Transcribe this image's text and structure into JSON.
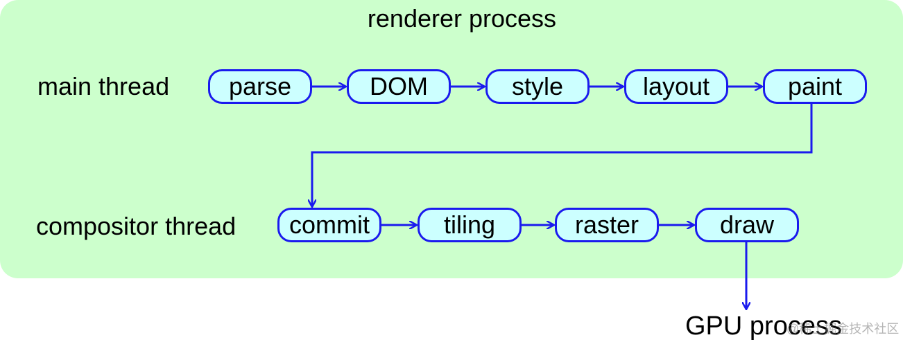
{
  "process": {
    "title": "renderer process"
  },
  "threads": {
    "main": {
      "label": "main thread",
      "nodes": [
        "parse",
        "DOM",
        "style",
        "layout",
        "paint"
      ]
    },
    "compositor": {
      "label": "compositor thread",
      "nodes": [
        "commit",
        "tiling",
        "raster",
        "draw"
      ]
    }
  },
  "output": {
    "label": "GPU process"
  },
  "watermark": "@稀土掘金技术社区",
  "colors": {
    "process_fill": "#ccffcc",
    "node_fill": "#ccffff",
    "edge": "#1a1aee"
  }
}
